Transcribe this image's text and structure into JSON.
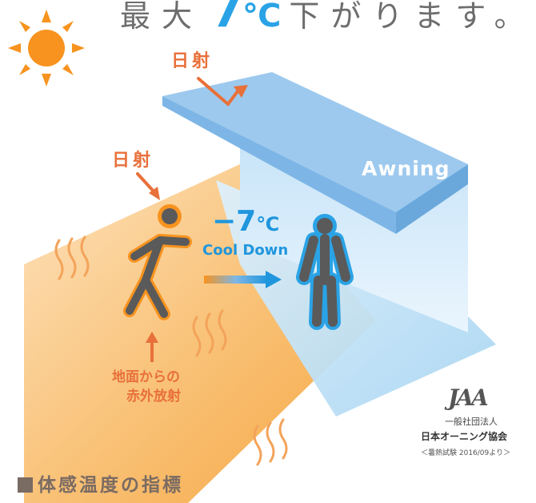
{
  "headline": {
    "prefix": "最大",
    "value": "7",
    "unit": "℃",
    "suffix": "下がります。"
  },
  "labels": {
    "sunlight_top": "日射",
    "sunlight_side": "日射",
    "awning": "Awning",
    "temp_value": "−7",
    "temp_unit": "℃",
    "cool_down": "Cool Down",
    "ground_line1": "地面からの",
    "ground_line2": "赤外放射"
  },
  "organization": {
    "logo": "JAA",
    "line1": "一般社団法人",
    "line2": "日本オーニング協会",
    "note": "＜暑熱試験 2016/09より＞"
  },
  "footer": {
    "title": "体感温度の指標"
  },
  "colors": {
    "sun": "#f7931e",
    "orange_label": "#e8703a",
    "blue_label": "#1f96dd",
    "awning_top": "#9dc9ee",
    "awning_front": "#7db6e6",
    "ground": "#f8b45c",
    "person": "#5a5a5a"
  }
}
